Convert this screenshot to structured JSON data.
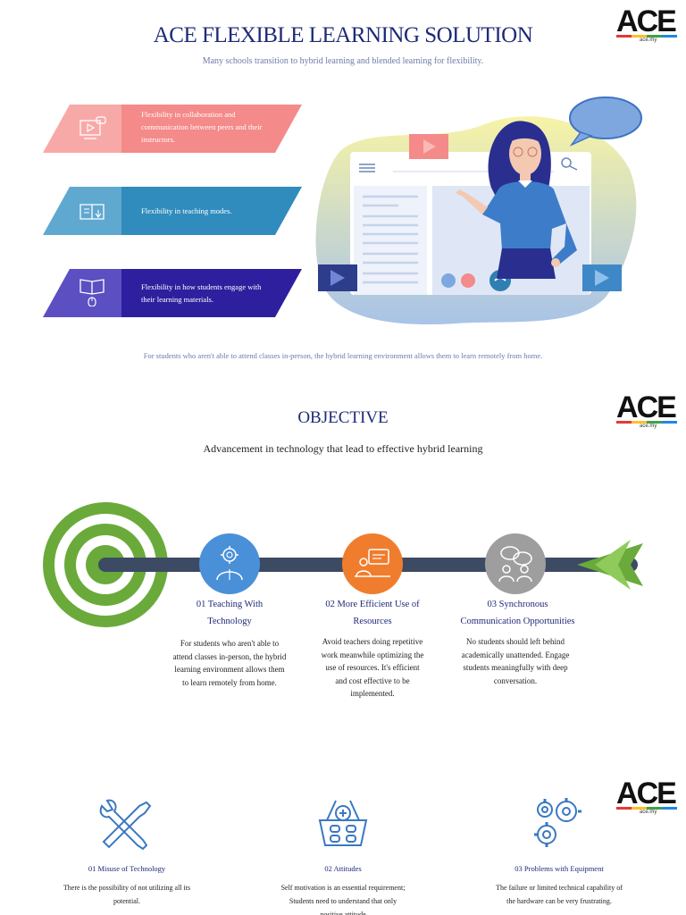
{
  "header": {
    "title": "ACE FLEXIBLE LEARNING SOLUTION",
    "subtitle": "Many schools transition to hybrid learning and blended learning for flexibility."
  },
  "logo": {
    "text_a": "A",
    "text_c": "C",
    "text_e": "E",
    "sub": "ace.my"
  },
  "flex_items": [
    {
      "text": "Flexibility in collaboration and communication between peers and their instructors.",
      "icon": "video-lesson-icon",
      "color_light": "#f7a9a8",
      "color_dark": "#f48a89"
    },
    {
      "text": "Flexibility in teaching modes.",
      "icon": "open-book-icon",
      "color_light": "#5fa8cf",
      "color_dark": "#2f8cbd"
    },
    {
      "text": "Flexibility in how students engage with their learning materials.",
      "icon": "book-mouse-icon",
      "color_light": "#5b4fc2",
      "color_dark": "#2d1f9e"
    }
  ],
  "footnote": "For students who aren't able to attend classes in-person, the hybrid learning environment allows them to learn remotely from home.",
  "objective": {
    "title": "OBJECTIVE",
    "subtitle": "Advancement in technology that lead to effective hybrid learning",
    "steps": [
      {
        "title_line1": "01 Teaching With",
        "title_line2": "Technology",
        "desc": "For students who aren't able to attend classes in-person, the hybrid learning environment allows them to learn remotely from home.",
        "color": "#4a90d9",
        "icon": "teacher-gear-icon"
      },
      {
        "title_line1": "02 More Efficient Use of",
        "title_line2": "Resources",
        "desc": "Avoid teachers doing repetitive work meanwhile optimizing the use of resources. It's efficient and cost effective to be implemented.",
        "color": "#f07d2e",
        "icon": "presentation-icon"
      },
      {
        "title_line1": "03 Synchronous",
        "title_line2": "Communication Opportunities",
        "desc": "No students should left behind academically unattended. Engage students meaningfully with deep conversation.",
        "color": "#9e9e9e",
        "icon": "chat-people-icon"
      }
    ]
  },
  "challenges": [
    {
      "title": "01 Misuse of Technology",
      "desc": "There is the possibility of not utilizing all its potential.",
      "icon": "tools-icon"
    },
    {
      "title": "02 Attitudes",
      "desc": "Self motivation is an essential requirement; Students need to understand that only positive attitude",
      "icon": "basket-icon"
    },
    {
      "title": "03 Problems with Equipment",
      "desc": "The failure or limited technical capability of the hardware can be very frustrating.",
      "icon": "gears-icon"
    }
  ],
  "colors": {
    "navy": "#1e2a78",
    "green": "#6aaa3a",
    "arrow_shaft": "#3d4a63"
  }
}
